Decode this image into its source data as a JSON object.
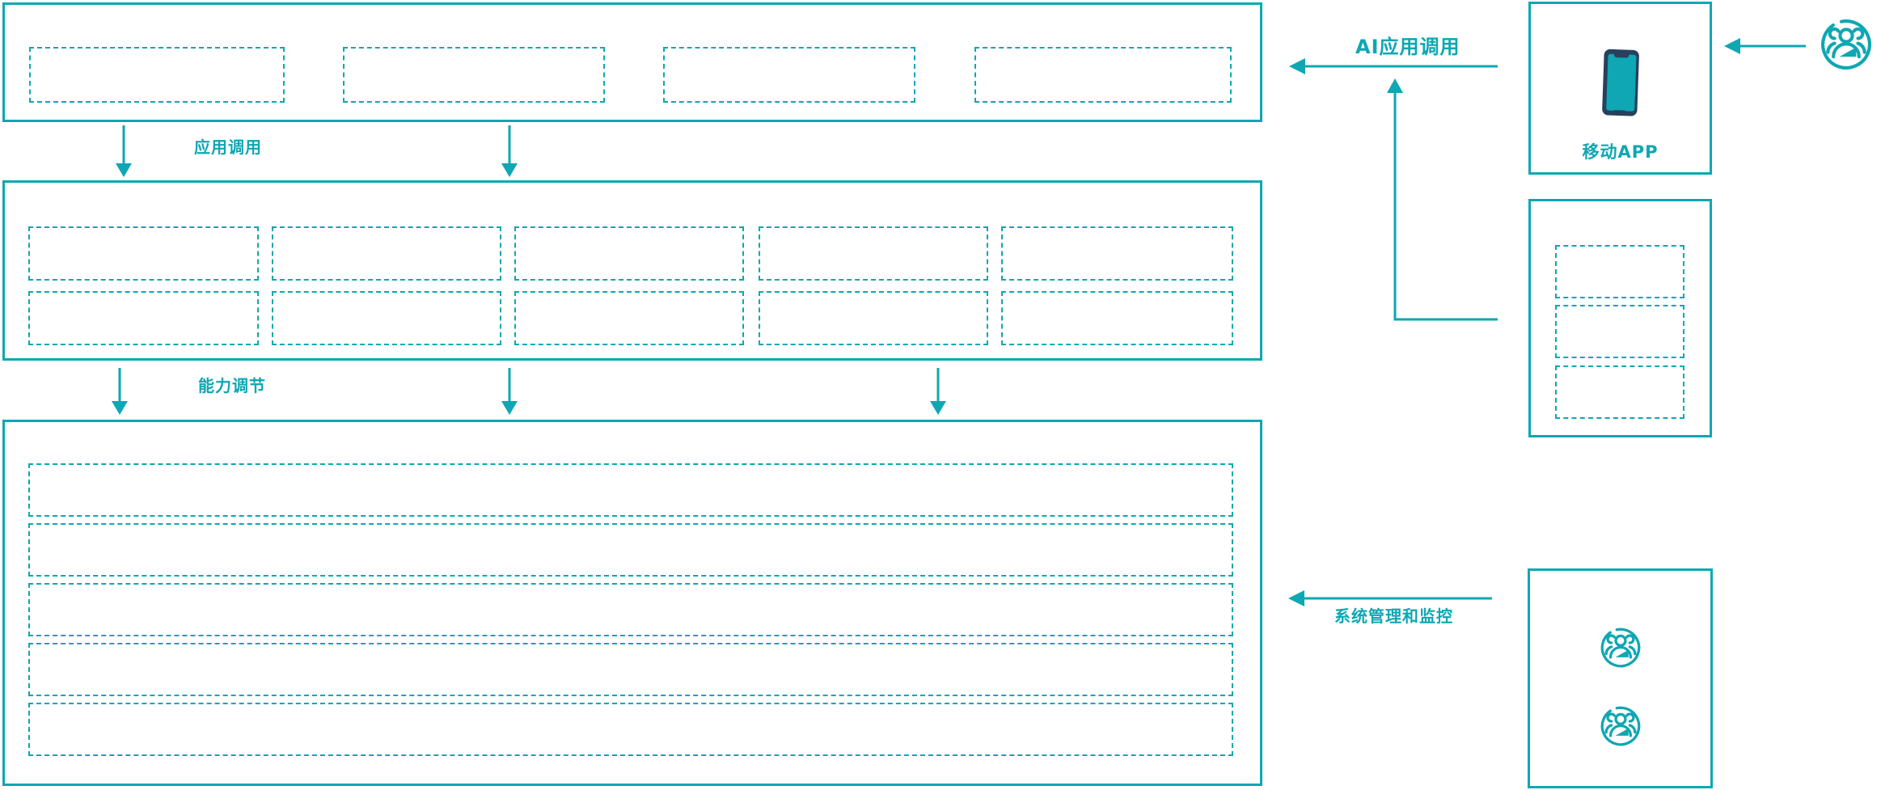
{
  "meta": {
    "accent_color": "#0ea7b3",
    "navy_color": "#27405f",
    "background_color": "#ffffff",
    "diagram_kind": "layered architecture diagram with empty placeholder blocks"
  },
  "flow_labels": {
    "app_call": "应用调用",
    "capability_adjust": "能力调节",
    "ai_app_call": "AI应用调用",
    "system_monitor": "系统管理和监控"
  },
  "layers": {
    "top_band": {
      "placeholder_count": 4
    },
    "middle_band": {
      "rows": 2,
      "cols": 5,
      "placeholder_count": 10
    },
    "bottom_band": {
      "placeholder_count": 5
    }
  },
  "right_column": {
    "mobile_app_box": {
      "label": "移动APP",
      "icon": "smartphone-icon"
    },
    "service_stack_box": {
      "placeholder_count": 3
    },
    "admin_box": {
      "icon": "user-group-icon",
      "user_icon_count": 2
    }
  },
  "actors": {
    "top_right_user": {
      "icon": "user-group-icon"
    }
  }
}
